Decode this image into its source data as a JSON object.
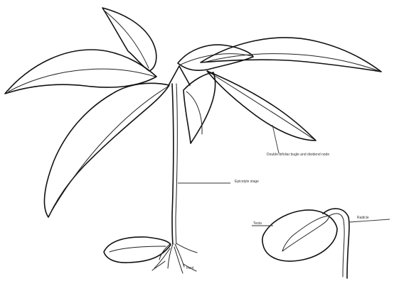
{
  "diagram": {
    "labels": {
      "cotyledon_label": "Double-bifoliar bugle and dividend node",
      "stem_label": "Epicotyle stage",
      "seed_left_label": "Testa",
      "seed_right_label": "Radicle",
      "root_label": "Root"
    }
  }
}
